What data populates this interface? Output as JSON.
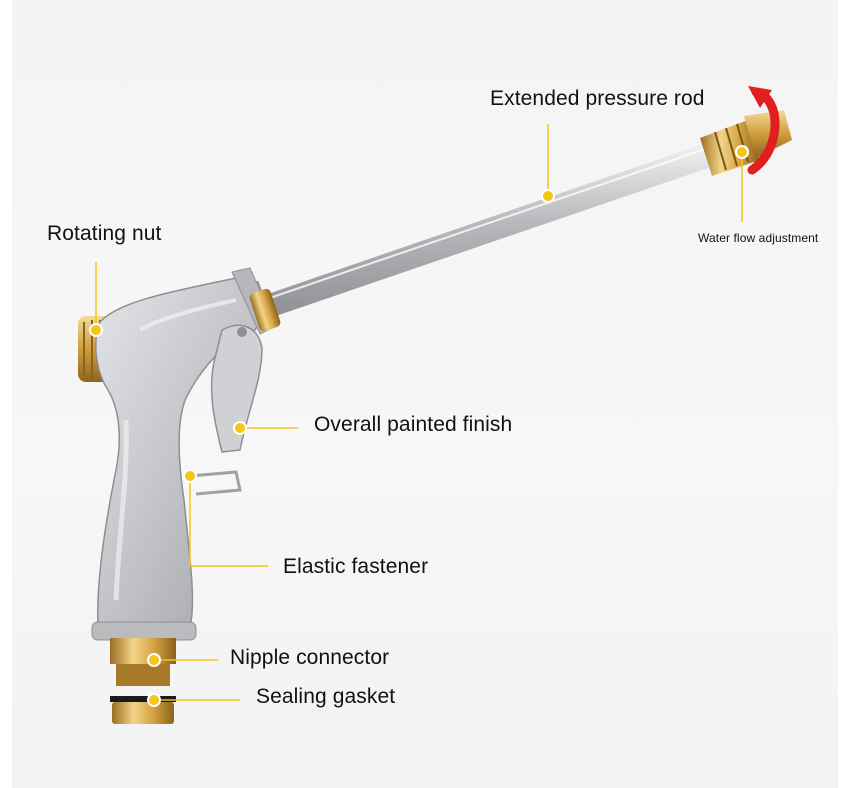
{
  "labels": {
    "extended_pressure_rod": "Extended pressure rod",
    "water_flow_adjustment": "Water flow adjustment",
    "rotating_nut": "Rotating nut",
    "overall_painted_finish": "Overall painted finish",
    "elastic_fastener": "Elastic fastener",
    "nipple_connector": "Nipple connector",
    "sealing_gasket": "Sealing gasket"
  },
  "colors": {
    "callout_line": "#f5c518",
    "callout_dot": "#f5c518",
    "gun_body": "#c7c9cd",
    "brass": "#d4a84a",
    "rotation_arrow": "#e02020"
  }
}
